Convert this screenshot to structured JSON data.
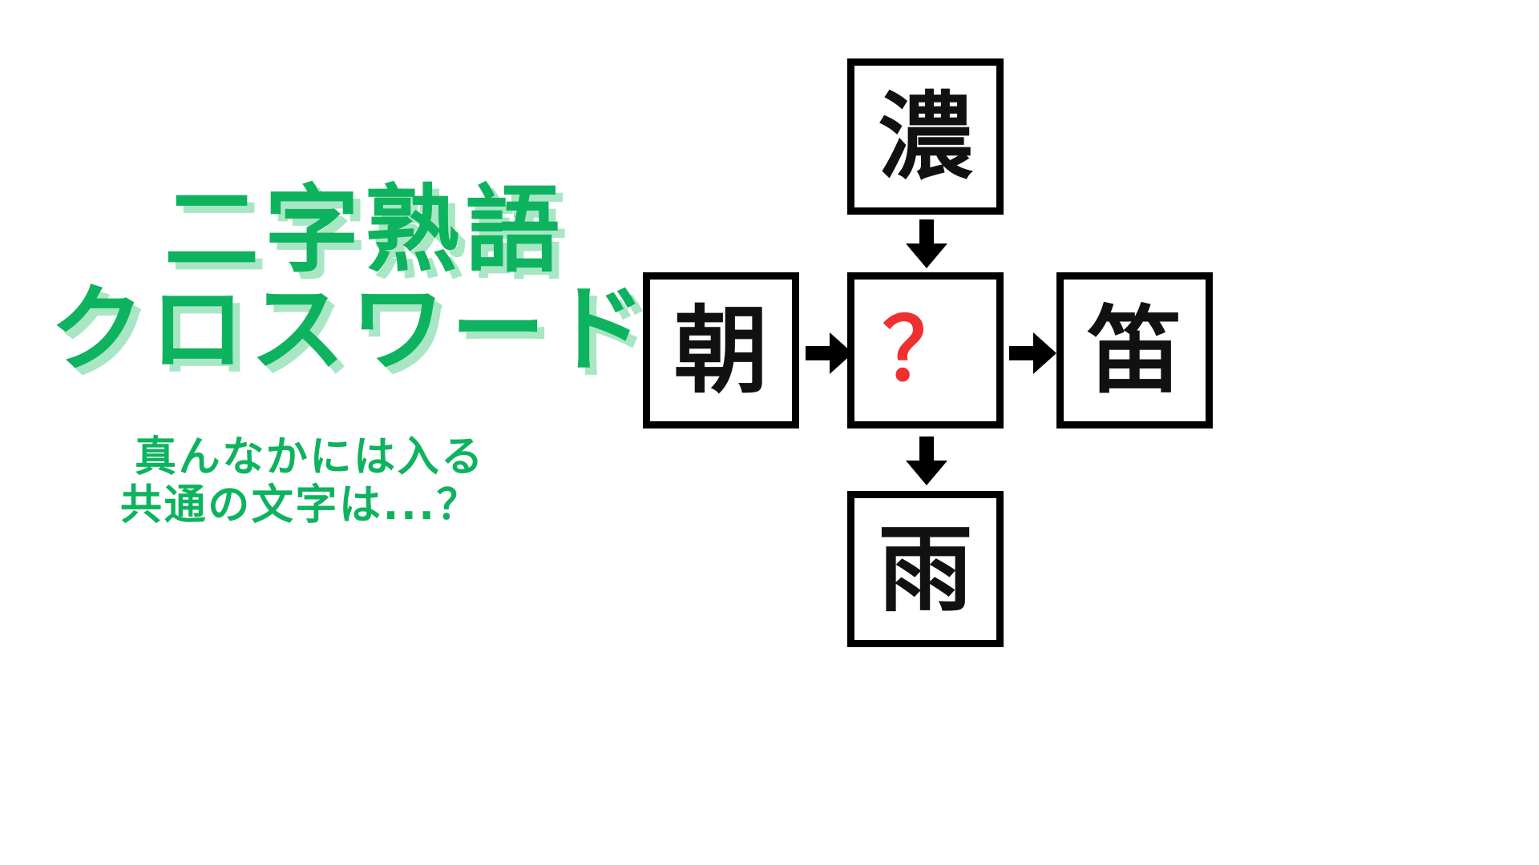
{
  "page": {
    "background_color": "#ffffff",
    "accent_green": "#0DB35E",
    "shadow_green": "#A8E6C4",
    "ink_black": "#000000",
    "unknown_red": "#F03030"
  },
  "header": {
    "title_line_1": "二字熟語",
    "title_line_2": "クロスワード",
    "subtitle_line_1": "真んなかには入る",
    "subtitle_line_2": "共通の文字は...？"
  },
  "puzzle": {
    "cells": {
      "top": {
        "label": "濃",
        "is_unknown": false
      },
      "left": {
        "label": "朝",
        "is_unknown": false
      },
      "center": {
        "label": "？",
        "is_unknown": true
      },
      "right": {
        "label": "笛",
        "is_unknown": false
      },
      "bottom": {
        "label": "雨",
        "is_unknown": false
      }
    },
    "arrows": [
      {
        "name": "arrow-down-top-to-center",
        "direction": "down"
      },
      {
        "name": "arrow-right-left-to-center",
        "direction": "right"
      },
      {
        "name": "arrow-right-center-to-right",
        "direction": "right"
      },
      {
        "name": "arrow-down-center-to-bottom",
        "direction": "down"
      }
    ]
  }
}
